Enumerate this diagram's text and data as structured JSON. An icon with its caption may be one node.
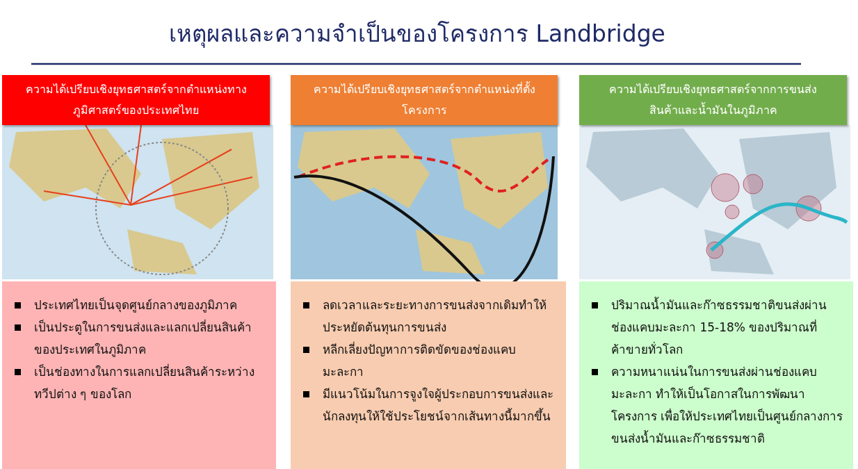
{
  "diagram": {
    "title": "เหตุผลและความจำเป็นของโครงการ Landbridge",
    "nodes": [
      {
        "text": [
          "ความได้เปรียบเชิงยุทธศาสตร์จากตำแหน่งทางภูมิศาสตร์ของประเทศไทย"
        ]
      },
      {
        "text": [
          "ความได้เปรียบเชิงยุทธศาสตร์จากตำแหน่งที่ตั้งโครงการ"
        ]
      },
      {
        "text": [
          "ความได้เปรียบเชิงยุทธศาสตร์จากการขนส่งสินค้าและน้ำมันในภูมิภาค"
        ]
      },
      {
        "text": [
          "ประเทศไทยเป็นจุดศูนย์กลางของภูมิภาค",
          "เป็นประตูในการขนส่งและแลกเปลี่ยนสินค้าของประเทศในภูมิภาค",
          "เป็นช่องทางในการแลกเปลี่ยนสินค้าระหว่างทวีปต่าง ๆ ของโลก"
        ]
      },
      {
        "text": [
          "ลดเวลาและระยะทางการขนส่งจากเดิมทำให้ประหยัดต้นทุนการขนส่ง",
          "หลีกเลี่ยงปัญหาการติดขัดของช่องแคบมะละกา",
          "มีแนวโน้มในการจูงใจผู้ประกอบการขนส่งและนักลงทุนให้ใช้ประโยชน์จากเส้นทางนี้มากขึ้น"
        ]
      },
      {
        "text": [
          "ปริมาณน้ำมันและก๊าซธรรมชาติขนส่งผ่านช่องแคบมะละกา 15-18% ของปริมาณที่ค้าขายทั่วโลก",
          "ความหนาแน่นในการขนส่งผ่านช่องแคบมะละกา ทำให้เป็นโอกาสในการพัฒนาโครงการ เพื่อให้ประเทศไทยเป็นศูนย์กลางการขนส่งน้ำมันและก๊าซธรรมชาติ"
        ]
      }
    ],
    "edges": []
  }
}
